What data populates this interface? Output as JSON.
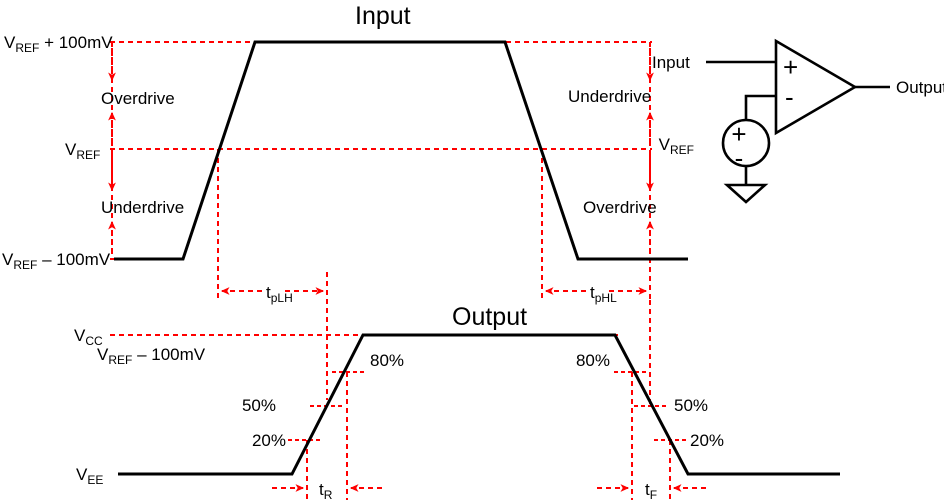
{
  "figure": {
    "input_title": "Input",
    "output_title": "Output"
  },
  "input_plot": {
    "levels": {
      "high_label_main": "V",
      "high_label_sub": "REF",
      "high_label_tail": " + 100mV",
      "ref_label_main": "V",
      "ref_label_sub": "REF",
      "low_label_main": "V",
      "low_label_sub": "REF",
      "low_label_tail": " – 100mV"
    },
    "annotations": {
      "overdrive_left": "Overdrive",
      "underdrive_left": "Underdrive",
      "underdrive_right": "Underdrive",
      "overdrive_right": "Overdrive"
    }
  },
  "output_plot": {
    "levels": {
      "vcc_main": "V",
      "vcc_sub": "CC",
      "vcc_note_main": "V",
      "vcc_note_sub": "REF",
      "vcc_note_tail": " – 100mV",
      "vee_main": "V",
      "vee_sub": "EE"
    },
    "percent_markers": {
      "rise_80": "80%",
      "rise_50": "50%",
      "rise_20": "20%",
      "fall_80": "80%",
      "fall_50": "50%",
      "fall_20": "20%"
    }
  },
  "timing_labels": {
    "tplh_main": "t",
    "tplh_sub": "pLH",
    "tphl_main": "t",
    "tphl_sub": "pHL",
    "tr_main": "t",
    "tr_sub": "R",
    "tf_main": "t",
    "tf_sub": "F"
  },
  "circuit": {
    "input_label": "Input",
    "output_label": "Output",
    "vref_main": "V",
    "vref_sub": "REF",
    "opamp_plus": "+",
    "opamp_minus": "-",
    "source_plus": "+",
    "source_minus": "-"
  },
  "colors": {
    "waveform": "#000000",
    "guide": "#ff0000",
    "background": "#ffffff"
  }
}
